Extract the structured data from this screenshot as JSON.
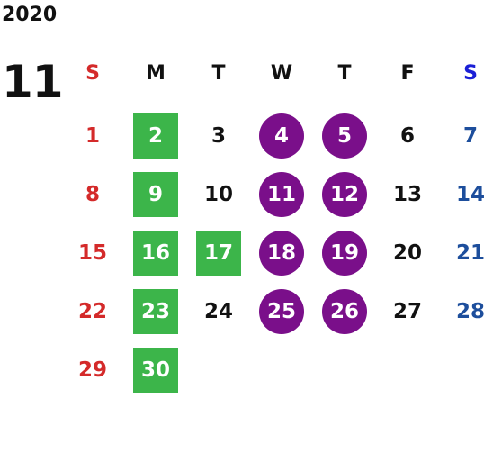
{
  "header": {
    "year": "2020",
    "month": "11"
  },
  "weekdays": [
    "S",
    "M",
    "T",
    "W",
    "T",
    "F",
    "S"
  ],
  "weeks": [
    [
      "1",
      "2",
      "3",
      "4",
      "5",
      "6",
      "7"
    ],
    [
      "8",
      "9",
      "10",
      "11",
      "12",
      "13",
      "14"
    ],
    [
      "15",
      "16",
      "17",
      "18",
      "19",
      "20",
      "21"
    ],
    [
      "22",
      "23",
      "24",
      "25",
      "26",
      "27",
      "28"
    ],
    [
      "29",
      "30",
      "",
      "",
      "",
      "",
      ""
    ]
  ],
  "highlights": {
    "green": [
      "2",
      "9",
      "16",
      "17",
      "23",
      "30"
    ],
    "purple": [
      "4",
      "5",
      "11",
      "12",
      "18",
      "19",
      "25",
      "26"
    ]
  },
  "colors": {
    "sunday": "#d42a2a",
    "saturday": "#1d4e9c",
    "green": "#3cb54a",
    "purple": "#7a0f8a"
  }
}
